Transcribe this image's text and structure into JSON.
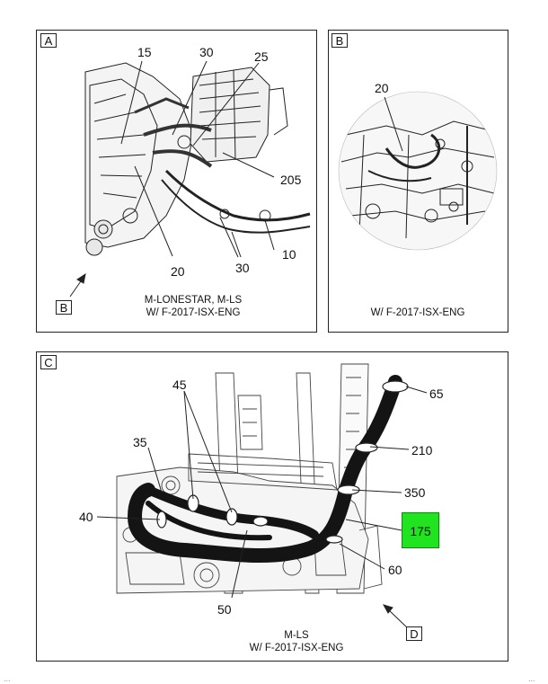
{
  "panels": {
    "a": {
      "tag": "A",
      "callouts": [
        "15",
        "30",
        "25",
        "205",
        "20",
        "30",
        "10"
      ],
      "ref_tag": "B",
      "caption_line1": "M-LONESTAR, M-LS",
      "caption_line2": "W/ F-2017-ISX-ENG"
    },
    "b": {
      "tag": "B",
      "callouts": [
        "20"
      ],
      "caption_line1": "W/ F-2017-ISX-ENG"
    },
    "c": {
      "tag": "C",
      "callouts": [
        "45",
        "35",
        "40",
        "50",
        "65",
        "210",
        "350",
        "60"
      ],
      "highlight": "175",
      "ref_tag": "D",
      "caption_line1": "M-LS",
      "caption_line2": "W/ F-2017-ISX-ENG"
    }
  },
  "footer": {
    "left": "...",
    "right": "..."
  },
  "colors": {
    "highlight": "#1fe41f",
    "hose": "#141414"
  }
}
